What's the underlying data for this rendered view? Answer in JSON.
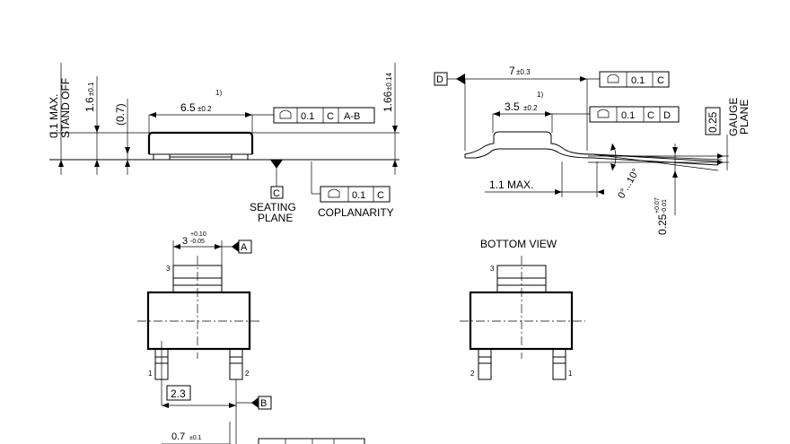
{
  "side_view": {
    "standoff_label": "0.1 MAX.",
    "standoff_title": "STAND OFF",
    "height_main": "1.6",
    "height_tol": "±0.1",
    "lead_height": "(0.7)",
    "body_length_main": "6.5",
    "body_length_tol": "±0.2",
    "note_ref": "1)",
    "total_height_main": "1.66",
    "total_height_tol": "±0.14",
    "fcf_value": "0.1",
    "fcf_datum_1": "C",
    "fcf_datum_2": "A-B",
    "datum_c": "C",
    "seating_plane_1": "SEATING",
    "seating_plane_2": "PLANE",
    "coplanarity_value": "0.1",
    "coplanarity_datum": "C",
    "coplanarity_label": "COPLANARITY"
  },
  "end_view": {
    "datum_d": "D",
    "width_main": "7",
    "width_tol": "±0.3",
    "fcf1_value": "0.1",
    "fcf1_datum": "C",
    "note_ref": "1)",
    "body_width_main": "3.5",
    "body_width_tol": "±0.2",
    "fcf2_value": "0.1",
    "fcf2_datum_1": "C",
    "fcf2_datum_2": "D",
    "gauge_value": "0.25",
    "gauge_label_1": "GAUGE",
    "gauge_label_2": "PLANE",
    "foot_length": "1.1 MAX.",
    "angle_label": "0°...10°",
    "lead_thk_main": "0.25",
    "lead_thk_tol_plus": "+0.07",
    "lead_thk_tol_minus": "-0.01"
  },
  "top_view": {
    "tab_width_main": "3",
    "tab_width_tol_plus": "+0.10",
    "tab_width_tol_minus": "-0.05",
    "datum_a": "A",
    "pin_3": "3",
    "pin_1": "1",
    "pin_2": "2",
    "pitch": "2.3",
    "datum_b": "B",
    "lead_width_main": "0.7",
    "lead_width_tol": "±0.1"
  },
  "bottom_view": {
    "title": "BOTTOM VIEW",
    "pin_3": "3",
    "pin_2": "2",
    "pin_1": "1"
  }
}
